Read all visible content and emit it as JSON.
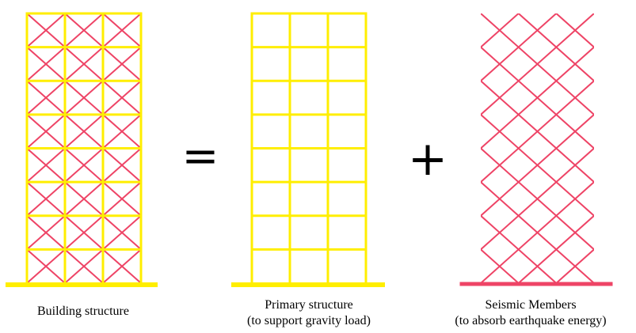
{
  "operators": {
    "equals": "=",
    "plus": "+"
  },
  "captions": {
    "building": {
      "line1": "Building structure"
    },
    "primary": {
      "line1": "Primary structure",
      "line2": "(to support gravity load)"
    },
    "seismic": {
      "line1": "Seismic Members",
      "line2": "(to absorb earthquake energy)"
    }
  },
  "colors": {
    "frame": "#ffee00",
    "brace": "#ee4466",
    "base_seismic": "#ee4466",
    "operator": "#000000"
  }
}
